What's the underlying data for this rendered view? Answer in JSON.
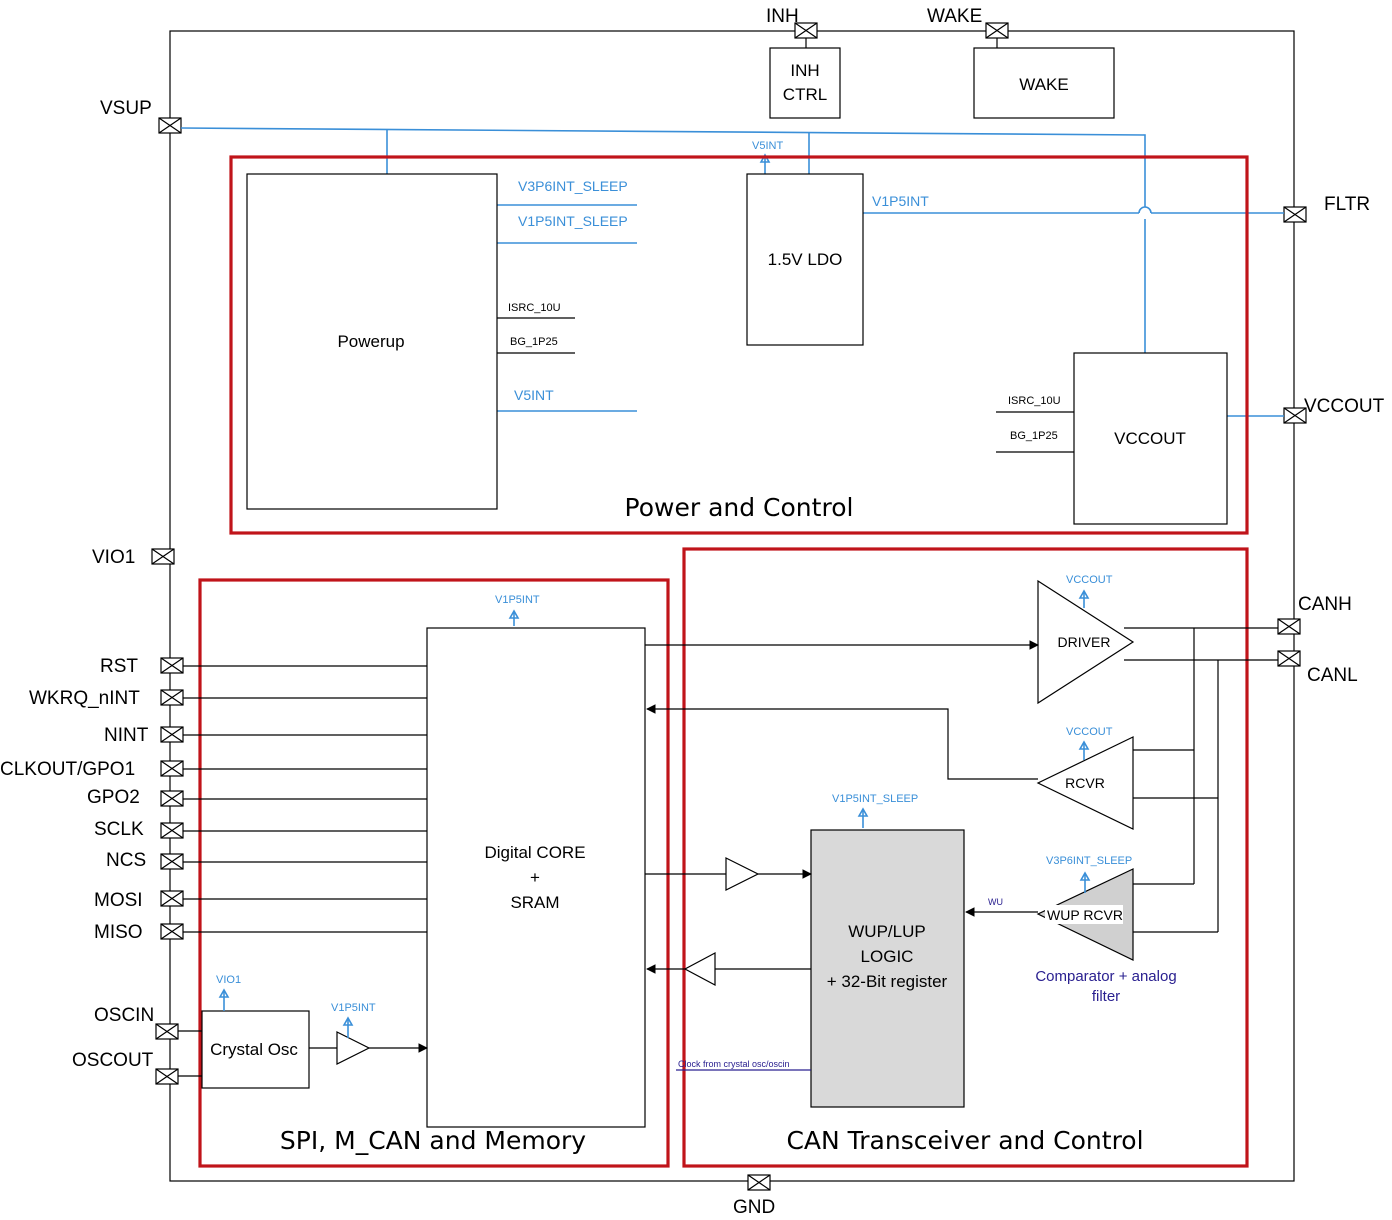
{
  "pins": {
    "inh": "INH",
    "wake": "WAKE",
    "vsup": "VSUP",
    "fltr": "FLTR",
    "vccout": "VCCOUT",
    "vio1": "VIO1",
    "canh": "CANH",
    "canl": "CANL",
    "rst": "RST",
    "wkrq": "WKRQ_nINT",
    "nint": "NINT",
    "clkout": "CLKOUT/GPO1",
    "gpo2": "GPO2",
    "sclk": "SCLK",
    "ncs": "NCS",
    "mosi": "MOSI",
    "miso": "MISO",
    "oscin": "OSCIN",
    "oscout": "OSCOUT",
    "gnd": "GND"
  },
  "blocks": {
    "inh_ctrl_line1": "INH",
    "inh_ctrl_line2": "CTRL",
    "wake": "WAKE",
    "powerup": "Powerup",
    "ldo": "1.5V LDO",
    "vccout": "VCCOUT",
    "digital_core_line1": "Digital CORE",
    "digital_core_line2": "+",
    "digital_core_line3": "SRAM",
    "crystal_osc": "Crystal Osc",
    "wup_line1": "WUP/LUP",
    "wup_line2": "LOGIC",
    "wup_line3": "+ 32-Bit register",
    "driver": "DRIVER",
    "rcvr": "RCVR",
    "wup_rcvr": "WUP RCVR"
  },
  "groups": {
    "power": "Power and Control",
    "spi": "SPI, M_CAN and Memory",
    "can": "CAN Transceiver and Control"
  },
  "signals": {
    "v3p6int_sleep": "V3P6INT_SLEEP",
    "v1p5int_sleep": "V1P5INT_SLEEP",
    "isrc_10u": "ISRC_10U",
    "bg_1p25": "BG_1P25",
    "v5int": "V5INT",
    "v5int_small": "V5INT",
    "v1p5int": "V1P5INT",
    "vccout_isrc": "ISRC_10U",
    "vccout_bg": "BG_1P25",
    "core_v1p5int": "V1P5INT",
    "vio1_small": "VIO1",
    "osc_v1p5int": "V1P5INT",
    "driver_vccout": "VCCOUT",
    "rcvr_vccout": "VCCOUT",
    "wup_v1p5int_sleep": "V1P5INT_SLEEP",
    "wup_rcvr_v3p6int_sleep": "V3P6INT_SLEEP",
    "wu": "WU",
    "clock_note": "Clock from crystal osc/oscin"
  },
  "notes": {
    "comparator_line1": "Comparator + analog",
    "comparator_line2": "filter"
  },
  "colors": {
    "group_border": "#c0141a",
    "supply_wire": "#3a8fd8",
    "note_text": "#2a2090",
    "wup_fill": "#d9d9d9"
  }
}
